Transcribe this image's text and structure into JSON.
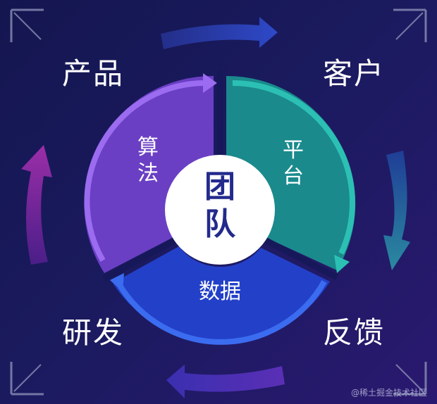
{
  "labels": {
    "product": "产品",
    "customer": "客户",
    "rd": "研发",
    "feedback": "反馈"
  },
  "sectors": {
    "algorithm": "算法",
    "platform": "平台",
    "data": "数据"
  },
  "center": "团队",
  "watermark": "@稀土掘金技术社区",
  "colors": {
    "background": "#16185a",
    "algorithm": "#6a3fc4",
    "platform": "#1a8a8c",
    "data": "#2340c8",
    "center_fill": "#ffffff",
    "center_text": "#232a8c"
  },
  "icons": [
    "cycle-arrow-top",
    "cycle-arrow-right",
    "cycle-arrow-bottom",
    "cycle-arrow-left",
    "corner-bracket"
  ]
}
